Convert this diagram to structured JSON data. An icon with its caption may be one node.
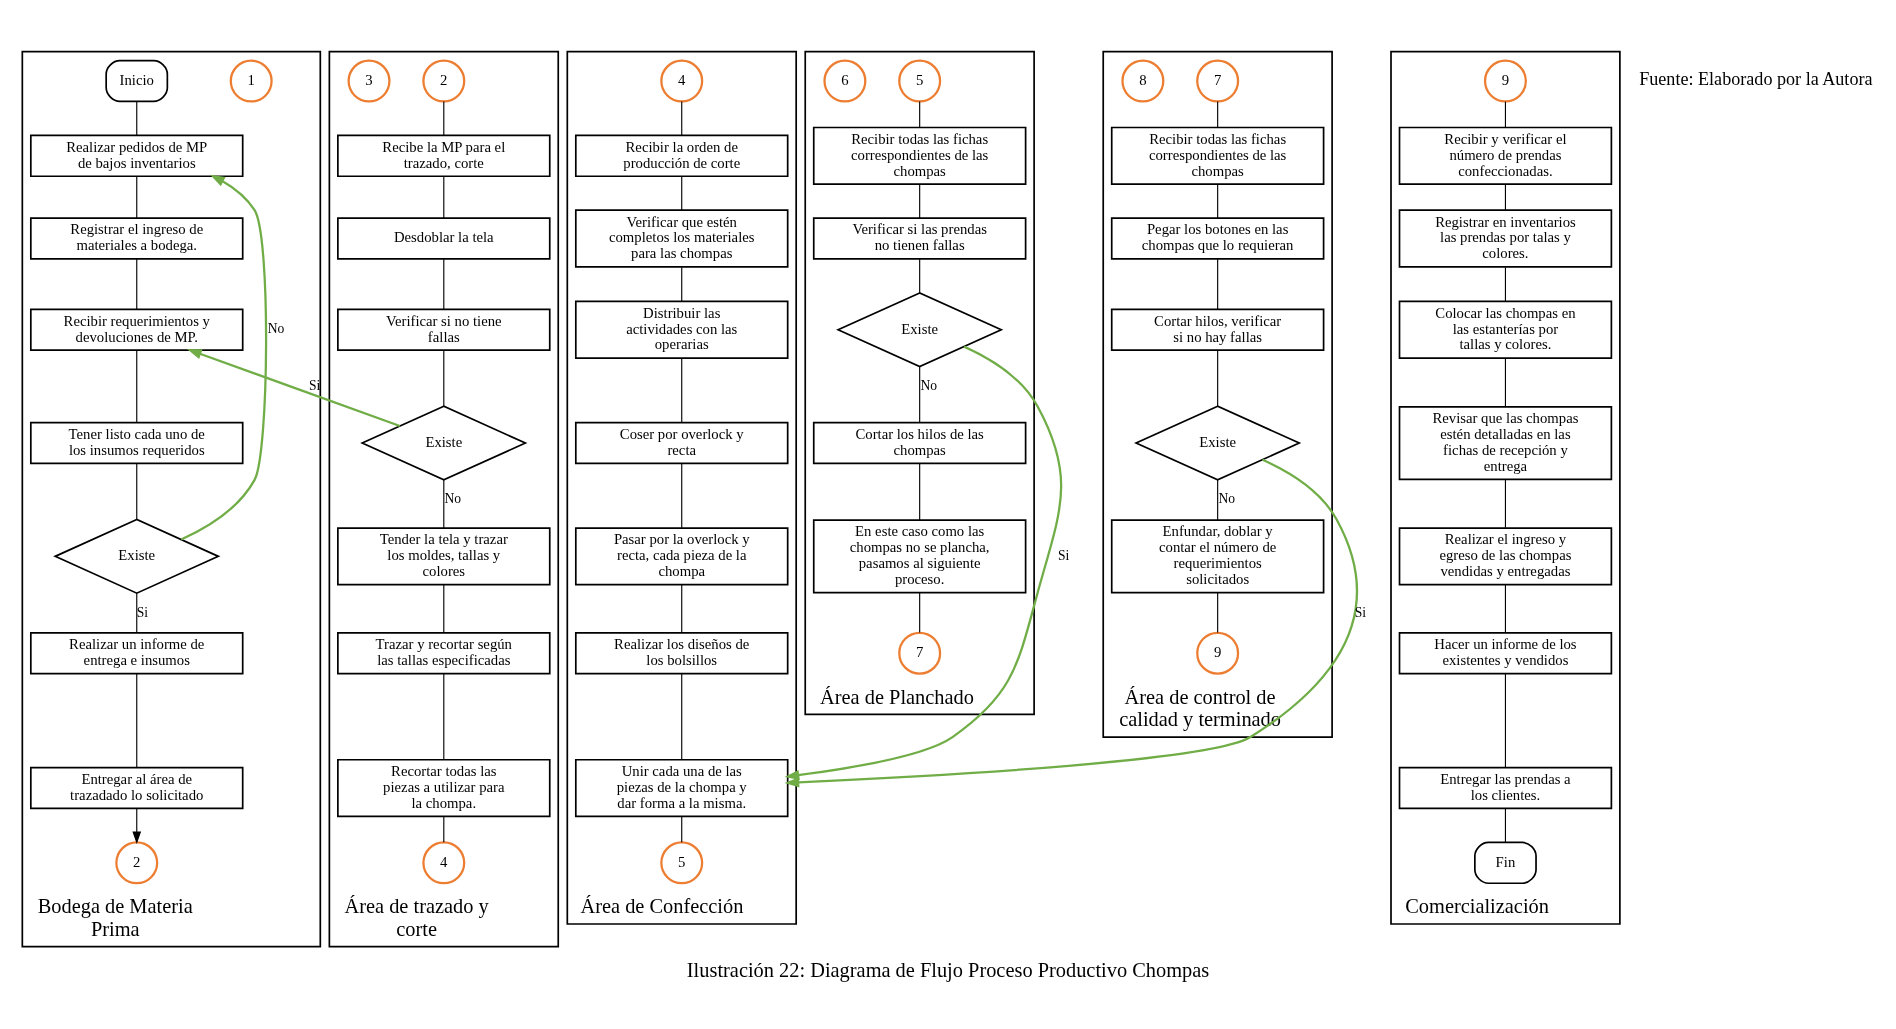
{
  "diagram": {
    "caption": "Ilustración 22: Diagrama de Flujo Proceso Productivo Chompas",
    "nodes": [
      {
        "text": [
          "Bodega de Materia Prima"
        ]
      },
      {
        "text": [
          "1"
        ],
        "in": 0
      },
      {
        "text": [
          "Inicio"
        ],
        "in": 0
      },
      {
        "text": [
          "Realizar pedidos de MP de bajos inventarios"
        ],
        "in": 0
      },
      {
        "text": [
          "Registrar el ingreso de materiales a bodega."
        ],
        "in": 0
      },
      {
        "text": [
          "Recibir requerimientos y devoluciones de MP."
        ],
        "in": 0
      },
      {
        "text": [
          "Tener listo cada uno de los insumos requeridos"
        ],
        "in": 0
      },
      {
        "text": [
          "Existe"
        ],
        "in": 0
      },
      {
        "text": [
          "Realizar un informe de entrega e insumos"
        ],
        "in": 0
      },
      {
        "text": [
          "Entregar al área de trazadado lo solicitado"
        ],
        "in": 0
      },
      {
        "text": [
          "2"
        ],
        "in": 0
      },
      {
        "text": [
          "Área de trazado y corte"
        ]
      },
      {
        "text": [
          "2"
        ],
        "in": 11
      },
      {
        "text": [
          "Recibe la MP para el trazado, corte"
        ],
        "in": 11
      },
      {
        "text": [
          "Desdoblar la tela"
        ],
        "in": 11
      },
      {
        "text": [
          "Verificar si no tiene fallas"
        ],
        "in": 11
      },
      {
        "text": [
          "Existe"
        ],
        "in": 11
      },
      {
        "text": [
          "3"
        ],
        "in": 11
      },
      {
        "text": [
          "Tender la tela y trazar los moldes, tallas y colores"
        ],
        "in": 11
      },
      {
        "text": [
          "Trazar y recortar según las tallas especificadas"
        ],
        "in": 11
      },
      {
        "text": [
          "Recortar todas las piezas a utilizar para la chompa."
        ],
        "in": 11
      },
      {
        "text": [
          "4"
        ],
        "in": 11
      },
      {
        "text": [
          "Área de Confección"
        ]
      },
      {
        "text": [
          "4"
        ],
        "in": 22
      },
      {
        "text": [
          "Recibir la orden de producción de corte"
        ],
        "in": 22
      },
      {
        "text": [
          "Verificar que estén completos los materiales para las chompas"
        ],
        "in": 22
      },
      {
        "text": [
          "Distribuir las actividades con las operarias"
        ],
        "in": 22
      },
      {
        "text": [
          "Coser por overlock y recta"
        ],
        "in": 22
      },
      {
        "text": [
          "Pasar por la overlock y recta, cada pieza de la chompa"
        ],
        "in": 22
      },
      {
        "text": [
          "Realizar los diseños de los bolsillos"
        ],
        "in": 22
      },
      {
        "text": [
          "Unir cada una de las piezas de la chompa y dar forma a la misma."
        ],
        "in": 22
      },
      {
        "text": [
          "5"
        ],
        "in": 22
      },
      {
        "text": [
          "Área de Planchado"
        ]
      },
      {
        "text": [
          "5"
        ],
        "in": 32
      },
      {
        "text": [
          "Recibir todas las fichas correspondientes de las chompas"
        ],
        "in": 32
      },
      {
        "text": [
          "Verificar si las prendas no tienen fallas"
        ],
        "in": 32
      },
      {
        "text": [
          "Existe"
        ],
        "in": 32
      },
      {
        "text": [
          "6"
        ],
        "in": 32
      },
      {
        "text": [
          "Cortar los hilos de las chompas"
        ],
        "in": 32
      },
      {
        "text": [
          "En este caso como las chompas no se plancha, pasamos al siguiente proceso."
        ],
        "in": 32
      },
      {
        "text": [
          "7"
        ],
        "in": 32
      },
      {
        "text": [
          "Área de control de calidad y terminado"
        ]
      },
      {
        "text": [
          "7"
        ],
        "in": 41
      },
      {
        "text": [
          "Recibir todas las fichas correspondientes de las chompas"
        ],
        "in": 41
      },
      {
        "text": [
          "Pegar los botones en las chompas que lo requieran"
        ],
        "in": 41
      },
      {
        "text": [
          "Cortar hilos, verificar si no hay fallas"
        ],
        "in": 41
      },
      {
        "text": [
          "Existe"
        ],
        "in": 41
      },
      {
        "text": [
          "8"
        ],
        "in": 41
      },
      {
        "text": [
          "Enfundar, doblar y contar el número de requerimientos solicitados"
        ],
        "in": 41
      },
      {
        "text": [
          "9"
        ],
        "in": 41
      },
      {
        "text": [
          "Comercialización"
        ]
      },
      {
        "text": [
          "9"
        ],
        "in": 50
      },
      {
        "text": [
          "Recibir y verificar el número de prendas confeccionadas."
        ],
        "in": 50
      },
      {
        "text": [
          "Registrar en inventarios las prendas por talas y colores."
        ],
        "in": 50
      },
      {
        "text": [
          "Colocar las chompas en las estanterías por tallas y colores."
        ],
        "in": 50
      },
      {
        "text": [
          "Revisar que las chompas estén detalladas en las fichas de recepción y entrega"
        ],
        "in": 50
      },
      {
        "text": [
          "Realizar el ingreso y egreso de las chompas vendidas y entregadas"
        ],
        "in": 50
      },
      {
        "text": [
          "Hacer un informe de los existentes y vendidos"
        ],
        "in": 50
      },
      {
        "text": [
          "Entregar las prendas a los clientes."
        ],
        "in": 50
      },
      {
        "text": [
          "Fin"
        ],
        "in": 50
      }
    ],
    "edges": [
      {
        "from": 2,
        "to": 3,
        "arrow": "none"
      },
      {
        "from": 3,
        "to": 4,
        "arrow": "none"
      },
      {
        "from": 4,
        "to": 5,
        "arrow": "none"
      },
      {
        "from": 5,
        "to": 6,
        "arrow": "none"
      },
      {
        "from": 6,
        "to": 7,
        "arrow": "none"
      },
      {
        "from": 7,
        "to": 3,
        "arrow": "to",
        "label": "No",
        "color": "#70ad47"
      },
      {
        "from": 7,
        "to": 8,
        "arrow": "none",
        "label": "Si"
      },
      {
        "from": 8,
        "to": 9,
        "arrow": "none"
      },
      {
        "from": 9,
        "to": 10,
        "arrow": "to"
      },
      {
        "from": 12,
        "to": 13,
        "arrow": "none"
      },
      {
        "from": 13,
        "to": 14,
        "arrow": "none"
      },
      {
        "from": 14,
        "to": 15,
        "arrow": "none"
      },
      {
        "from": 15,
        "to": 16,
        "arrow": "none"
      },
      {
        "from": 16,
        "to": 5,
        "arrow": "to",
        "label": "Si",
        "color": "#70ad47"
      },
      {
        "from": 16,
        "to": 18,
        "arrow": "none",
        "label": "No"
      },
      {
        "from": 18,
        "to": 19,
        "arrow": "none"
      },
      {
        "from": 19,
        "to": 20,
        "arrow": "none"
      },
      {
        "from": 20,
        "to": 21,
        "arrow": "none"
      },
      {
        "from": 23,
        "to": 24,
        "arrow": "none"
      },
      {
        "from": 24,
        "to": 25,
        "arrow": "none"
      },
      {
        "from": 25,
        "to": 26,
        "arrow": "none"
      },
      {
        "from": 26,
        "to": 27,
        "arrow": "none"
      },
      {
        "from": 27,
        "to": 28,
        "arrow": "none"
      },
      {
        "from": 28,
        "to": 29,
        "arrow": "none"
      },
      {
        "from": 29,
        "to": 30,
        "arrow": "none"
      },
      {
        "from": 30,
        "to": 31,
        "arrow": "none"
      },
      {
        "from": 33,
        "to": 34,
        "arrow": "none"
      },
      {
        "from": 34,
        "to": 35,
        "arrow": "none"
      },
      {
        "from": 35,
        "to": 36,
        "arrow": "none"
      },
      {
        "from": 36,
        "to": 30,
        "arrow": "to",
        "label": "Si",
        "color": "#70ad47"
      },
      {
        "from": 36,
        "to": 38,
        "arrow": "none",
        "label": "No"
      },
      {
        "from": 38,
        "to": 39,
        "arrow": "none"
      },
      {
        "from": 39,
        "to": 40,
        "arrow": "none"
      },
      {
        "from": 42,
        "to": 43,
        "arrow": "none"
      },
      {
        "from": 43,
        "to": 44,
        "arrow": "none"
      },
      {
        "from": 44,
        "to": 45,
        "arrow": "none"
      },
      {
        "from": 45,
        "to": 46,
        "arrow": "none"
      },
      {
        "from": 46,
        "to": 30,
        "arrow": "to",
        "label": "Si",
        "color": "#70ad47"
      },
      {
        "from": 46,
        "to": 48,
        "arrow": "none",
        "label": "No"
      },
      {
        "from": 48,
        "to": 49,
        "arrow": "none"
      },
      {
        "from": 51,
        "to": 52,
        "arrow": "none"
      },
      {
        "from": 52,
        "to": 53,
        "arrow": "none"
      },
      {
        "from": 53,
        "to": 54,
        "arrow": "none"
      },
      {
        "from": 54,
        "to": 55,
        "arrow": "none"
      },
      {
        "from": 55,
        "to": 56,
        "arrow": "none"
      },
      {
        "from": 56,
        "to": 57,
        "arrow": "none"
      },
      {
        "from": 57,
        "to": 58,
        "arrow": "none"
      },
      {
        "from": 58,
        "to": 59,
        "arrow": "none"
      }
    ],
    "labels": [
      "Fuente: Elaborado por la Autora"
    ]
  }
}
